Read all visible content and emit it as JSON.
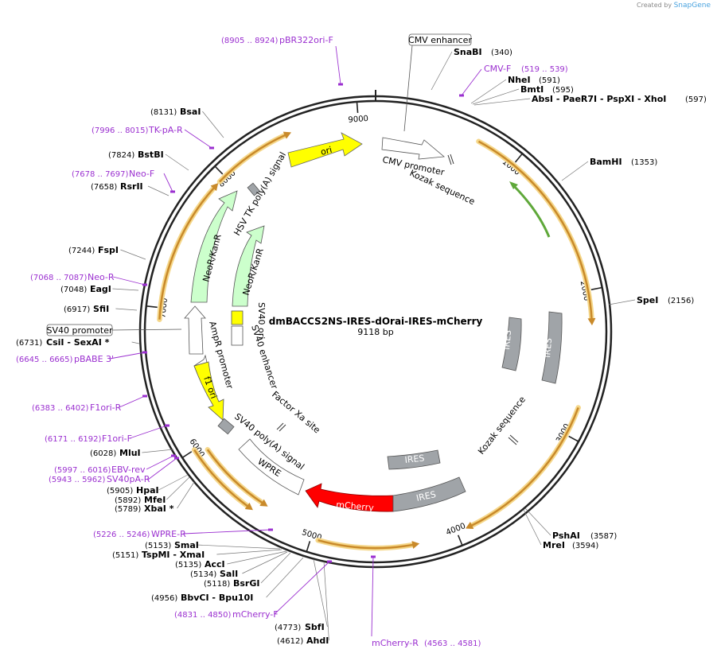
{
  "branding": {
    "created_by": "Created by",
    "app": "SnapGene"
  },
  "plasmid": {
    "name": "dmBACCS2NS-IRES-dOrai-IRES-mCherry",
    "length": "9118 bp",
    "total_bp": 9118
  },
  "ticks": [
    {
      "bp": 1000,
      "label": "1000"
    },
    {
      "bp": 2000,
      "label": "2000"
    },
    {
      "bp": 3000,
      "label": "3000"
    },
    {
      "bp": 4000,
      "label": "4000"
    },
    {
      "bp": 5000,
      "label": "5000"
    },
    {
      "bp": 6000,
      "label": "6000"
    },
    {
      "bp": 7000,
      "label": "7000"
    },
    {
      "bp": 8000,
      "label": "8000"
    },
    {
      "bp": 9000,
      "label": "9000"
    }
  ],
  "sites": [
    {
      "name": "SnaBI",
      "pos": "(340)"
    },
    {
      "name": "NheI",
      "pos": "(591)"
    },
    {
      "name": "BmtI",
      "pos": "(595)"
    },
    {
      "name": "AbsI   - PaeR7I   - PspXI   - XhoI",
      "pos": "(597)"
    },
    {
      "name": "BamHI",
      "pos": "(1353)"
    },
    {
      "name": "SpeI",
      "pos": "(2156)"
    },
    {
      "name": "PshAI",
      "pos": "(3587)"
    },
    {
      "name": "MreI",
      "pos": "(3594)"
    },
    {
      "name": "AhdI",
      "pos": "(4612)"
    },
    {
      "name": "SbfI",
      "pos": "(4773)"
    },
    {
      "name": "BbvCI   - Bpu10I",
      "pos": "(4956)"
    },
    {
      "name": "BsrGI",
      "pos": "(5118)"
    },
    {
      "name": "SalI",
      "pos": "(5134)"
    },
    {
      "name": "AccI",
      "pos": "(5135)"
    },
    {
      "name": "TspMI   - XmaI",
      "pos": "(5151)"
    },
    {
      "name": "SmaI",
      "pos": "(5153)"
    },
    {
      "name": "XbaI *",
      "pos": "(5789)"
    },
    {
      "name": "MfeI",
      "pos": "(5892)"
    },
    {
      "name": "HpaI",
      "pos": "(5905)"
    },
    {
      "name": "MluI",
      "pos": "(6028)"
    },
    {
      "name": "CsiI   - SexAI *",
      "pos": "(6731)"
    },
    {
      "name": "SfiI",
      "pos": "(6917)"
    },
    {
      "name": "EagI",
      "pos": "(7048)"
    },
    {
      "name": "FspI",
      "pos": "(7244)"
    },
    {
      "name": "RsrII",
      "pos": "(7658)"
    },
    {
      "name": "BstBI",
      "pos": "(7824)"
    },
    {
      "name": "BsaI",
      "pos": "(8131)"
    }
  ],
  "primers": [
    {
      "name": "pBR322ori-F",
      "pos": "(8905 .. 8924)"
    },
    {
      "name": "CMV-F",
      "pos": "(519 .. 539)"
    },
    {
      "name": "TK-pA-R",
      "pos": "(7996 .. 8015)"
    },
    {
      "name": "Neo-F",
      "pos": "(7678 .. 7697)"
    },
    {
      "name": "Neo-R",
      "pos": "(7068 .. 7087)"
    },
    {
      "name": "pBABE 3'",
      "pos": "(6645 .. 6665)"
    },
    {
      "name": "F1ori-R",
      "pos": "(6383 .. 6402)"
    },
    {
      "name": "F1ori-F",
      "pos": "(6171 .. 6192)"
    },
    {
      "name": "EBV-rev",
      "pos": "(5997 .. 6016)"
    },
    {
      "name": "SV40pA-R",
      "pos": "(5943 .. 5962)"
    },
    {
      "name": "WPRE-R",
      "pos": "(5226 .. 5246)"
    },
    {
      "name": "mCherry-F",
      "pos": "(4831 .. 4850)"
    },
    {
      "name": "mCherry-R",
      "pos": "(4563 .. 4581)"
    }
  ],
  "boxed_features": [
    {
      "name": "CMV enhancer"
    },
    {
      "name": "SV40 promoter"
    }
  ],
  "inner_features": {
    "ori": "ori",
    "cmv_promoter": "CMV promoter",
    "kozak_1": "Kozak sequence",
    "hsv_tk": "HSV TK poly(A) signal",
    "neor_outer": "NeoR/KanR",
    "neor_inner": "NeoR/KanR",
    "sv40_ori": "SV40 ori",
    "sv40_enhancer": "SV40 enhancer",
    "ampr_promoter": "AmpR promoter",
    "f1_ori": "f1 ori",
    "factor_xa": "Factor Xa site",
    "sv40_polya": "SV40 poly(A) signal",
    "wpre": "WPRE",
    "mcherry": "mCherry",
    "ires_1": "IRES",
    "ires_2": "IRES",
    "ires_3": "IRES",
    "ires_4": "IRES",
    "kozak_2": "Kozak sequence"
  },
  "colors": {
    "backbone": "#222222",
    "orf_orange": "#e8a13a",
    "green": "#5fa83a",
    "ori_yellow": "#ffff00",
    "neo_green": "#ccffcc",
    "ires_gray": "#a0a4a8",
    "mcherry_red": "#ff0000",
    "primer": "#9b30d0"
  }
}
